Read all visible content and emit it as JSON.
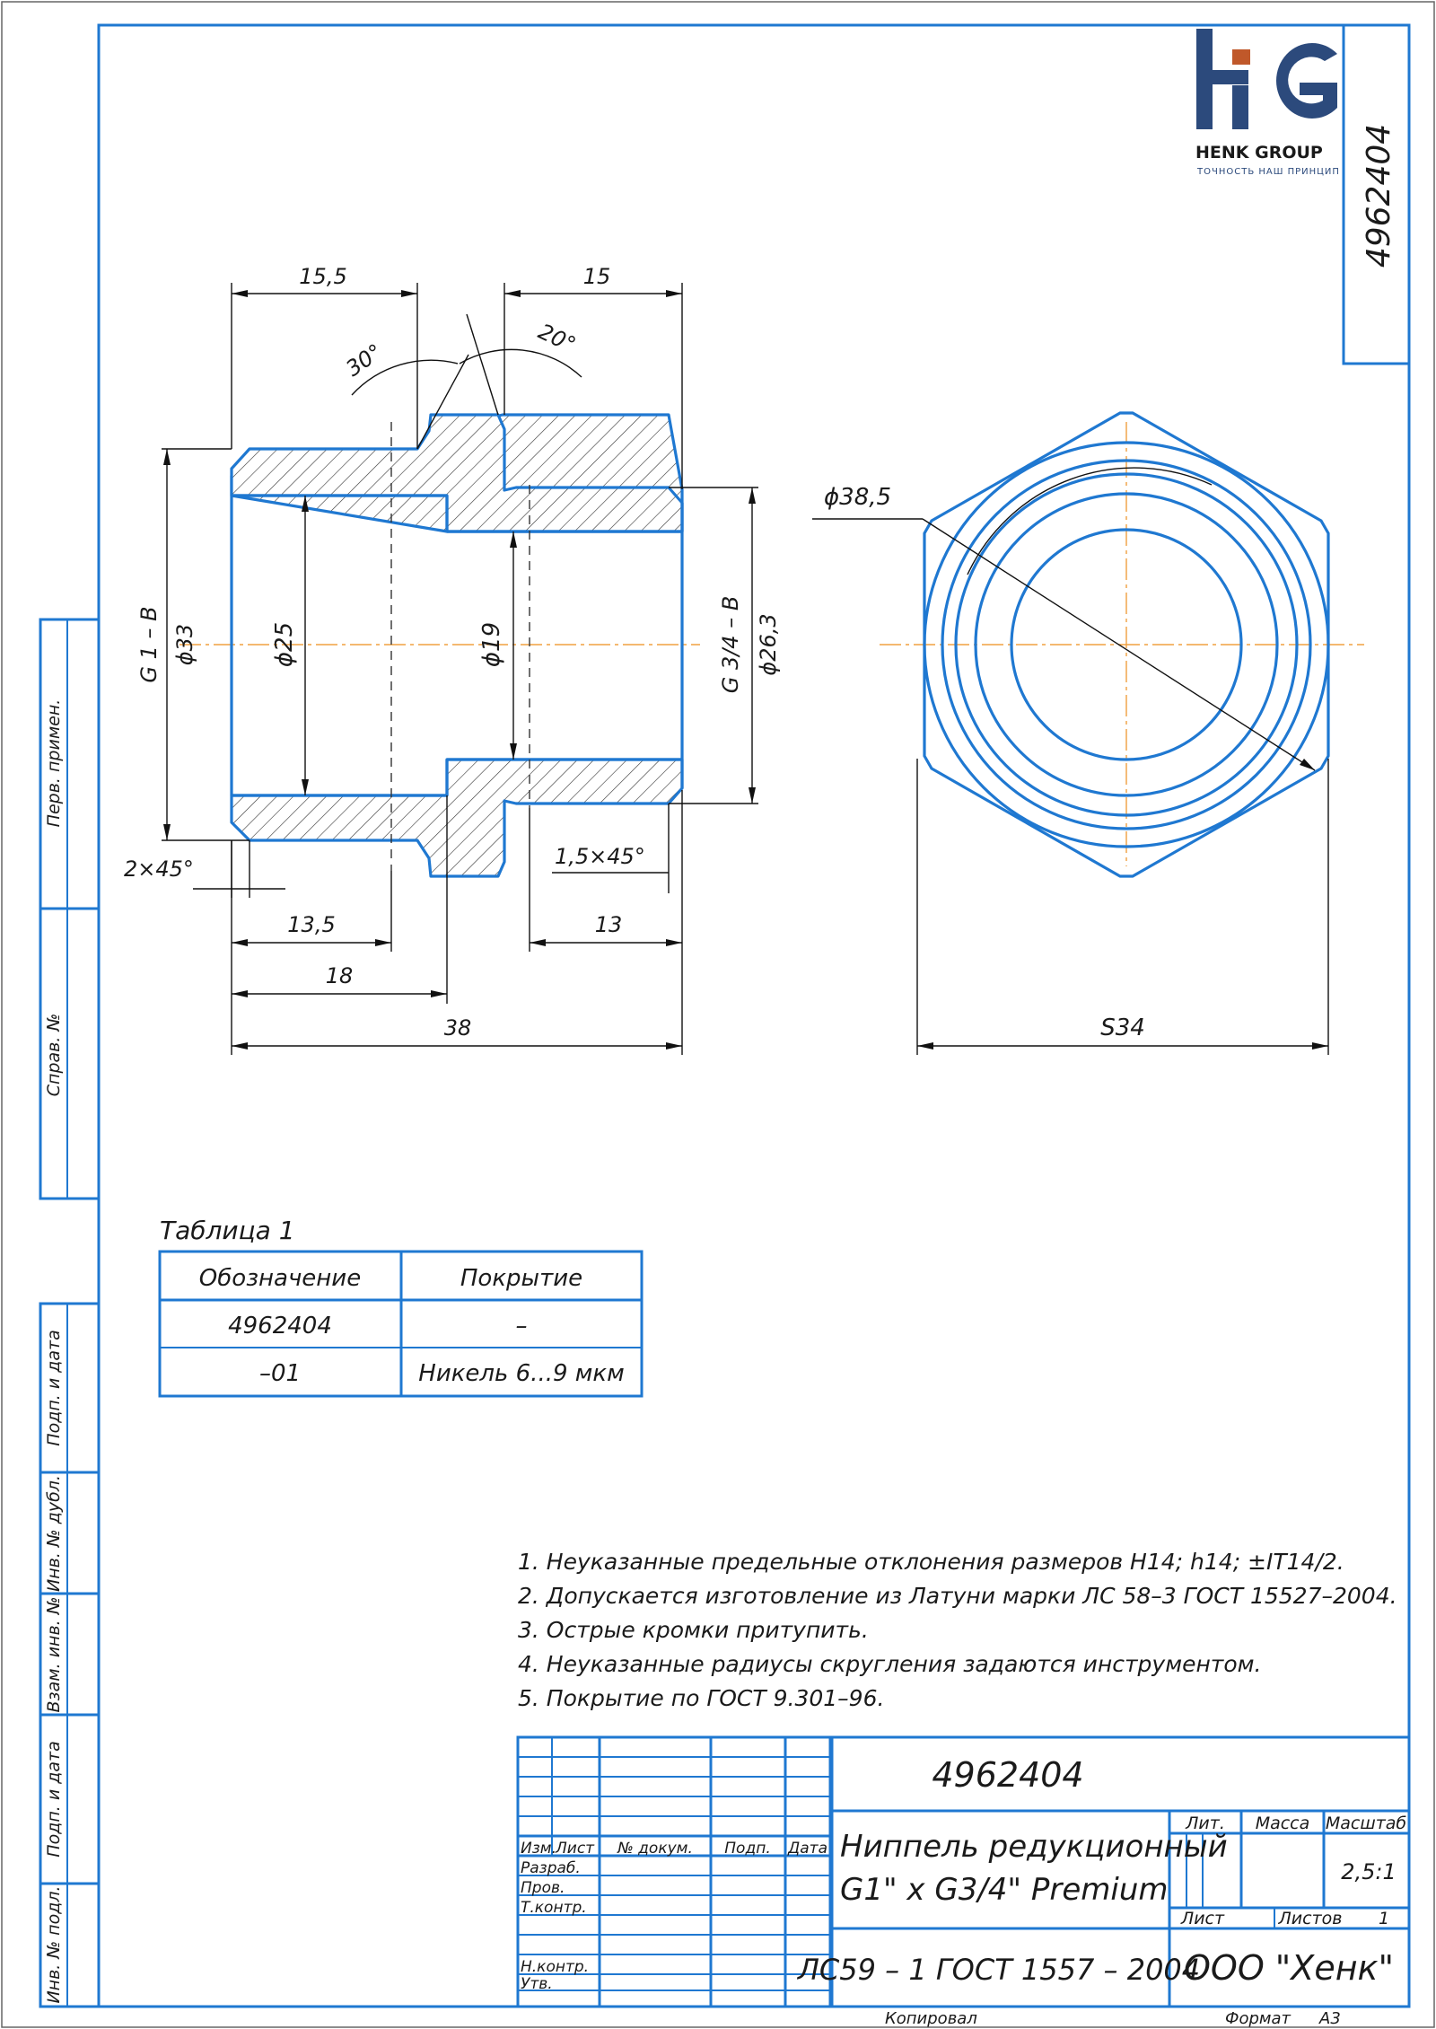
{
  "drawing_number": "4962404",
  "logo": {
    "brand": "HENK GROUP",
    "tagline": "ТОЧНОСТЬ НАШ ПРИНЦИП",
    "mark": "HG"
  },
  "dimensions": {
    "d_15_5": "15,5",
    "d_15": "15",
    "angle_30": "30°",
    "angle_20": "20°",
    "g1": "G 1 – B",
    "phi33": "ϕ33",
    "phi25": "ϕ25",
    "phi19": "ϕ19",
    "g34": "G 3/4 – B",
    "phi26_3": "ϕ26,3",
    "chamfer_2": "2×45°",
    "chamfer_1_5": "1,5×45°",
    "d_13_5": "13,5",
    "d_18": "18",
    "d_13": "13",
    "d_38": "38",
    "phi38_5": "ϕ38,5",
    "s34": "S34"
  },
  "side_labels": [
    "Перв. примен.",
    "Справ. №",
    "Подп. и дата",
    "Инв. № дубл.",
    "Взам. инв. №",
    "Подп. и дата",
    "Инв. № подл."
  ],
  "table1": {
    "caption": "Таблица 1",
    "headers": [
      "Обозначение",
      "Покрытие"
    ],
    "rows": [
      [
        "4962404",
        "–"
      ],
      [
        "–01",
        "Никель 6...9 мкм"
      ]
    ]
  },
  "notes": [
    "1. Неуказанные предельные отклонения размеров H14; h14; ±IT14/2.",
    "2. Допускается изготовление из Латуни марки ЛС 58–3 ГОСТ 15527–2004.",
    "3. Острые кромки притупить.",
    "4. Неуказанные радиусы скругления задаются инструментом.",
    "5. Покрытие по ГОСТ 9.301–96."
  ],
  "title_block": {
    "number": "4962404",
    "name_line1": "Ниппель редукционный",
    "name_line2": "G1\" x G3/4\" Premium",
    "material": "ЛС59 – 1 ГОСТ 1557 – 2004",
    "company": "ООО \"Хенк\"",
    "col_izm": "Изм.",
    "col_list": "Лист",
    "col_doc": "№ докум.",
    "col_podp": "Подп.",
    "col_date": "Дата",
    "razrab": "Разраб.",
    "prov": "Пров.",
    "tkontr": "Т.контр.",
    "nkontr": "Н.контр.",
    "utv": "Утв.",
    "lit": "Лит.",
    "massa": "Масса",
    "masshtab": "Масштаб",
    "scale_value": "2,5:1",
    "sheet": "Лист",
    "sheets": "Листов",
    "sheets_value": "1"
  },
  "footer": {
    "copied": "Копировал",
    "format": "Формат",
    "format_value": "А3"
  }
}
